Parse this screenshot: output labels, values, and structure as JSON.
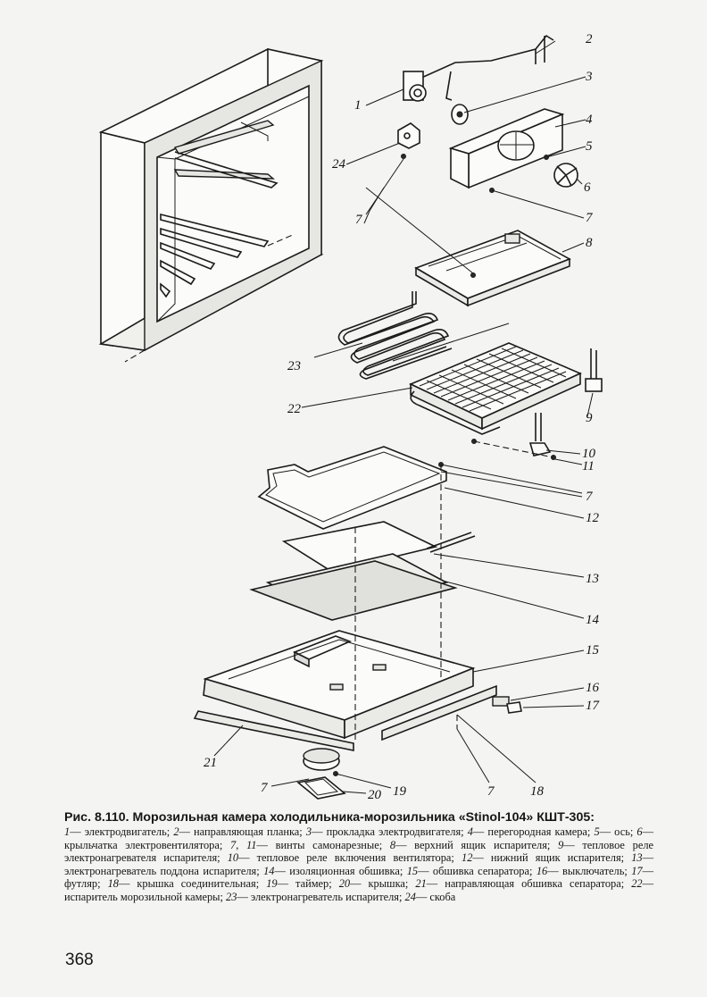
{
  "figure": {
    "callouts": [
      "1",
      "2",
      "3",
      "4",
      "5",
      "6",
      "7",
      "8",
      "9",
      "10",
      "11",
      "12",
      "13",
      "14",
      "15",
      "16",
      "17",
      "18",
      "19",
      "20",
      "21",
      "22",
      "23",
      "24"
    ]
  },
  "caption": {
    "title": "Рис. 8.110. Морозильная камера холодильника-морозильника «Stinol-104» КШТ-305:",
    "legend": [
      {
        "num": "1",
        "text": "— электродвигатель; "
      },
      {
        "num": "2",
        "text": "— направляющая планка; "
      },
      {
        "num": "3",
        "text": "— прокладка электродвигателя; "
      },
      {
        "num": "4",
        "text": "— перегородная камера; "
      },
      {
        "num": "5",
        "text": "— ось; "
      },
      {
        "num": "6",
        "text": "— крыльчатка электровентилятора; "
      },
      {
        "num": "7, 11",
        "text": "— винты самонарезные; "
      },
      {
        "num": "8",
        "text": "— верхний ящик испарителя; "
      },
      {
        "num": "9",
        "text": "— тепловое реле электронагревателя испарителя; "
      },
      {
        "num": "10",
        "text": "— тепловое реле включения вентилятора; "
      },
      {
        "num": "12",
        "text": "— нижний ящик испарителя; "
      },
      {
        "num": "13",
        "text": "— электронагреватель поддона испарителя; "
      },
      {
        "num": "14",
        "text": "— изоляционная обшивка; "
      },
      {
        "num": "15",
        "text": "— обшивка сепаратора; "
      },
      {
        "num": "16",
        "text": "— выключатель; "
      },
      {
        "num": "17",
        "text": "— футляр; "
      },
      {
        "num": "18",
        "text": "— крышка соединительная; "
      },
      {
        "num": "19",
        "text": "— таймер; "
      },
      {
        "num": "20",
        "text": "— крышка; "
      },
      {
        "num": "21",
        "text": "— направляющая обшивка сепаратора; "
      },
      {
        "num": "22",
        "text": "— испаритель морозильной камеры; "
      },
      {
        "num": "23",
        "text": "— электронагреватель испарителя; "
      },
      {
        "num": "24",
        "text": "— скоба"
      }
    ]
  },
  "page_number": "368"
}
